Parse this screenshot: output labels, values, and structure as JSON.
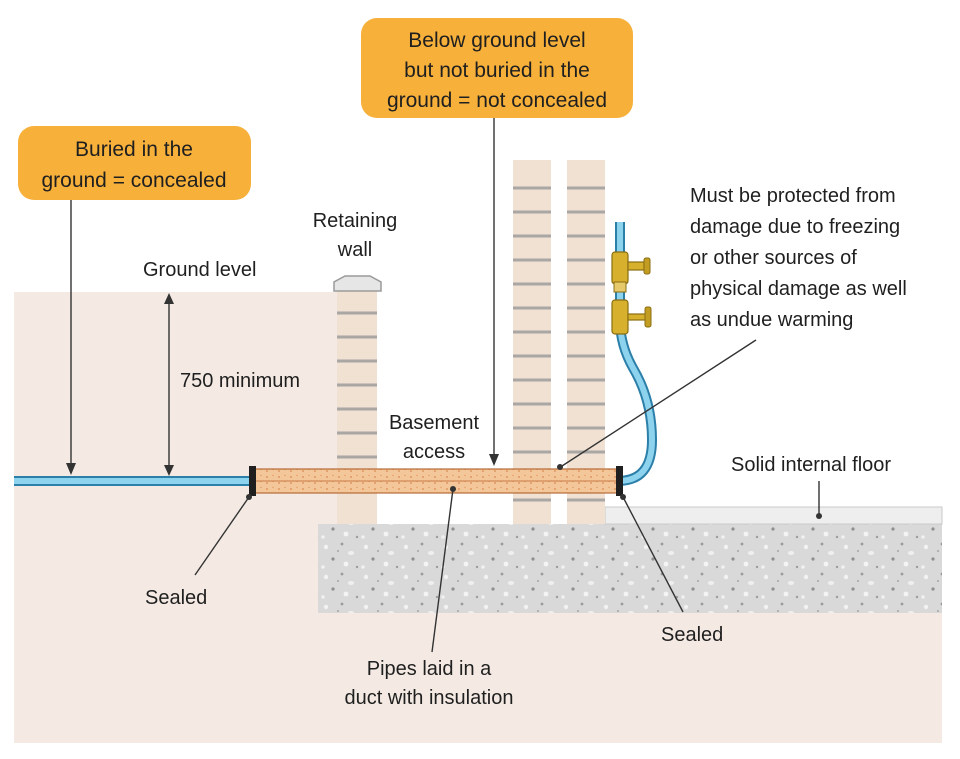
{
  "callouts": {
    "concealed": [
      "Buried in the",
      "ground = concealed"
    ],
    "not_concealed": [
      "Below ground level",
      "but not buried in the",
      "ground = not concealed"
    ]
  },
  "labels": {
    "retaining_wall": [
      "Retaining",
      "wall"
    ],
    "ground_level": "Ground level",
    "minimum_depth": "750 minimum",
    "basement_access": [
      "Basement",
      "access"
    ],
    "protection_note": [
      "Must be protected from",
      "damage due to freezing",
      "or other sources of",
      "physical damage as well",
      "as undue warming"
    ],
    "solid_internal_floor": "Solid internal floor",
    "sealed_left": "Sealed",
    "sealed_right": "Sealed",
    "pipes_in_duct": [
      "Pipes laid in a",
      "duct with insulation"
    ]
  },
  "colors": {
    "earth": "#f4eae3",
    "callout_fill": "#f7b13b",
    "pipe": "#8ed3ee",
    "pipe_outline": "#2b7fa8",
    "duct": "#f4c79a",
    "brick": "#f0e1d3",
    "mortar": "#a9a6a4",
    "concrete": "#d9d9d9",
    "brass": "#d7b12e"
  }
}
